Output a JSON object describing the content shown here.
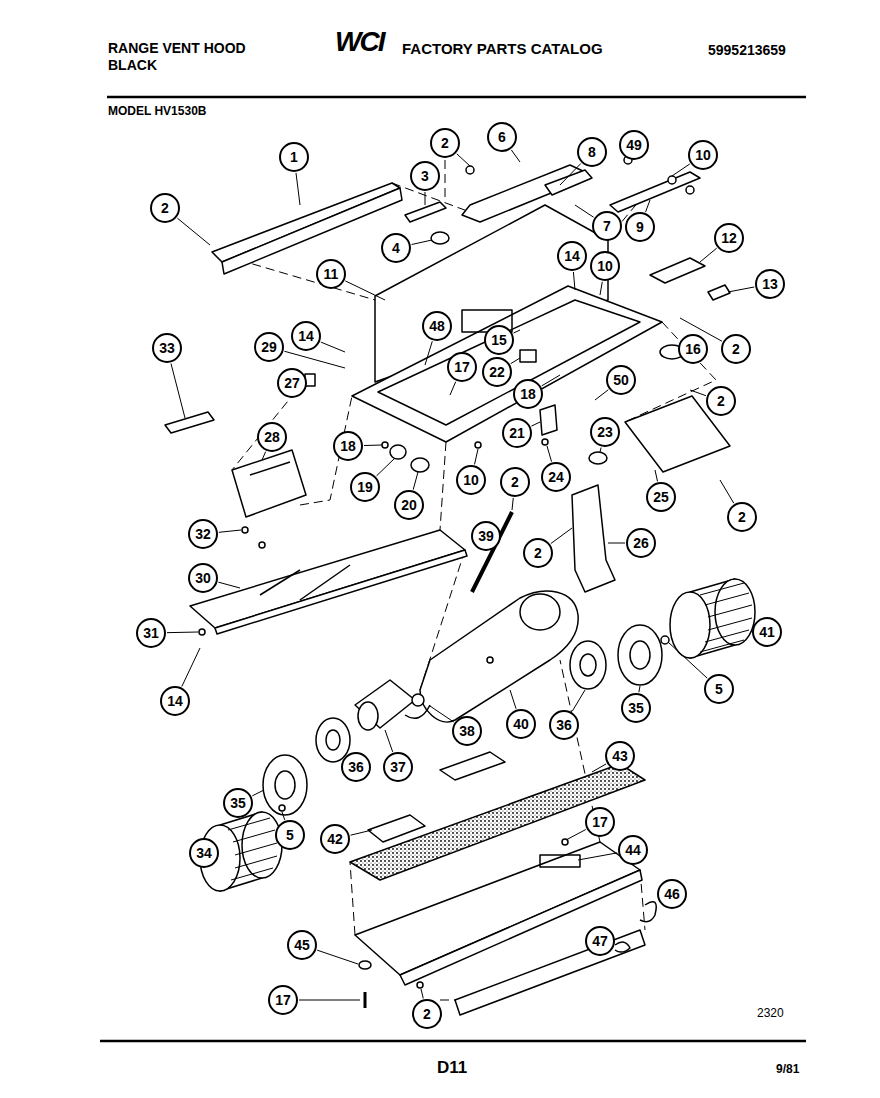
{
  "diagram": {
    "title": "RANGE VENT HOOD BLACK",
    "nodes": [
      {
        "text": [
          "2"
        ]
      },
      {
        "text": [
          "6"
        ]
      },
      {
        "text": [
          "49"
        ]
      },
      {
        "text": [
          "8"
        ]
      },
      {
        "text": [
          "10"
        ]
      },
      {
        "text": [
          "1"
        ]
      },
      {
        "text": [
          "3"
        ]
      },
      {
        "text": [
          "2"
        ]
      },
      {
        "text": [
          "7"
        ]
      },
      {
        "text": [
          "9"
        ]
      },
      {
        "text": [
          "12"
        ]
      },
      {
        "text": [
          "4"
        ]
      },
      {
        "text": [
          "14"
        ]
      },
      {
        "text": [
          "10"
        ]
      },
      {
        "text": [
          "11"
        ]
      },
      {
        "text": [
          "13"
        ]
      },
      {
        "text": [
          "48"
        ]
      },
      {
        "text": [
          "14"
        ]
      },
      {
        "text": [
          "15"
        ]
      },
      {
        "text": [
          "29"
        ]
      },
      {
        "text": [
          "33"
        ]
      },
      {
        "text": [
          "16"
        ]
      },
      {
        "text": [
          "2"
        ]
      },
      {
        "text": [
          "17"
        ]
      },
      {
        "text": [
          "22"
        ]
      },
      {
        "text": [
          "50"
        ]
      },
      {
        "text": [
          "27"
        ]
      },
      {
        "text": [
          "18"
        ]
      },
      {
        "text": [
          "2"
        ]
      },
      {
        "text": [
          "23"
        ]
      },
      {
        "text": [
          "21"
        ]
      },
      {
        "text": [
          "28"
        ]
      },
      {
        "text": [
          "18"
        ]
      },
      {
        "text": [
          "24"
        ]
      },
      {
        "text": [
          "10"
        ]
      },
      {
        "text": [
          "2"
        ]
      },
      {
        "text": [
          "19"
        ]
      },
      {
        "text": [
          "25"
        ]
      },
      {
        "text": [
          "20"
        ]
      },
      {
        "text": [
          "2"
        ]
      },
      {
        "text": [
          "32"
        ]
      },
      {
        "text": [
          "39"
        ]
      },
      {
        "text": [
          "26"
        ]
      },
      {
        "text": [
          "2"
        ]
      },
      {
        "text": [
          "30"
        ]
      },
      {
        "text": [
          "41"
        ]
      },
      {
        "text": [
          "31"
        ]
      },
      {
        "text": [
          "5"
        ]
      },
      {
        "text": [
          "14"
        ]
      },
      {
        "text": [
          "35"
        ]
      },
      {
        "text": [
          "40"
        ]
      },
      {
        "text": [
          "36"
        ]
      },
      {
        "text": [
          "38"
        ]
      },
      {
        "text": [
          "43"
        ]
      },
      {
        "text": [
          "37"
        ]
      },
      {
        "text": [
          "36"
        ]
      },
      {
        "text": [
          "35"
        ]
      },
      {
        "text": [
          "17"
        ]
      },
      {
        "text": [
          "5"
        ]
      },
      {
        "text": [
          "42"
        ]
      },
      {
        "text": [
          "44"
        ]
      },
      {
        "text": [
          "34"
        ]
      },
      {
        "text": [
          "46"
        ]
      },
      {
        "text": [
          "47"
        ]
      },
      {
        "text": [
          "45"
        ]
      },
      {
        "text": [
          "17"
        ]
      },
      {
        "text": [
          "2"
        ]
      }
    ],
    "labels": [
      "WCI",
      "FACTORY PARTS CATALOG",
      "5995213659",
      "MODEL HV1530B",
      "2320",
      "D11",
      "9/81"
    ]
  }
}
